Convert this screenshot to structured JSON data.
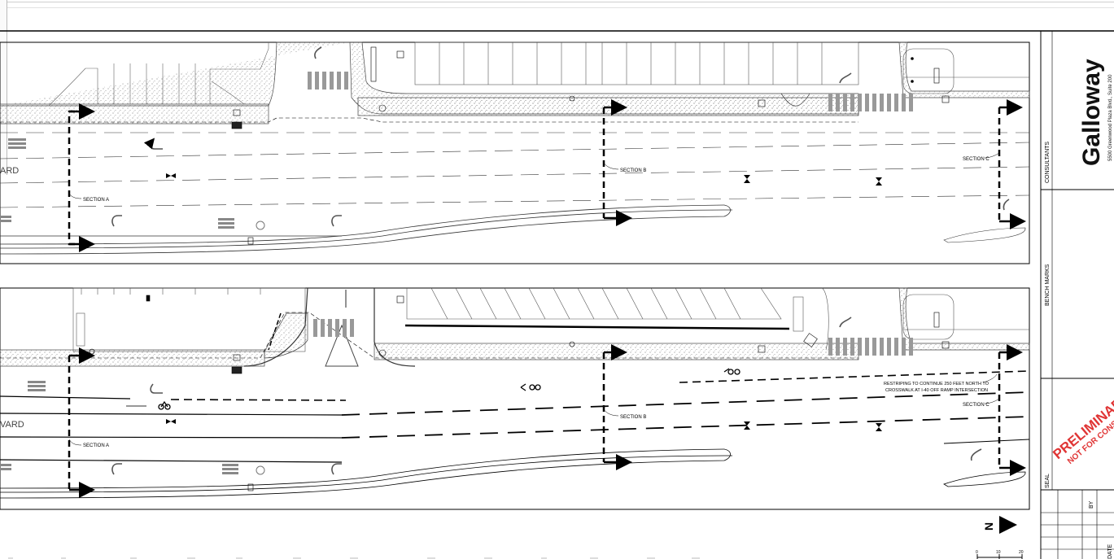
{
  "plan_top": {
    "street_label": "ARD",
    "section_labels": [
      "SECTION A",
      "SECTION B",
      "SECTION C"
    ]
  },
  "plan_bottom": {
    "street_label": "VARD",
    "section_labels": [
      "SECTION A",
      "SECTION B",
      "SECTION C"
    ],
    "note_line1": "RESTRIPING TO CONTINUE 250 FEET NORTH TO",
    "note_line2": "CROSSWALK AT I-40 OFF RAMP INTERSECTION"
  },
  "title_block": {
    "brand_name": "Galloway",
    "brand_address": "5500 Greenwood Plaza Blvd., Suite 200",
    "consultants_label": "CONSULTANTS",
    "bench_marks_label": "BENCH MARKS",
    "seal_label": "SEAL",
    "stamp_line1": "PRELIMINARY",
    "stamp_line2": "NOT FOR CONSTRU",
    "by_label": "BY",
    "date_label": "DATE"
  },
  "north_arrow": {
    "letter": "N"
  },
  "scale_bar": {
    "ticks": [
      "0",
      "10",
      "20"
    ]
  },
  "colors": {
    "stamp": "#e03535",
    "linework": "#000000",
    "hatch": "#999999"
  }
}
